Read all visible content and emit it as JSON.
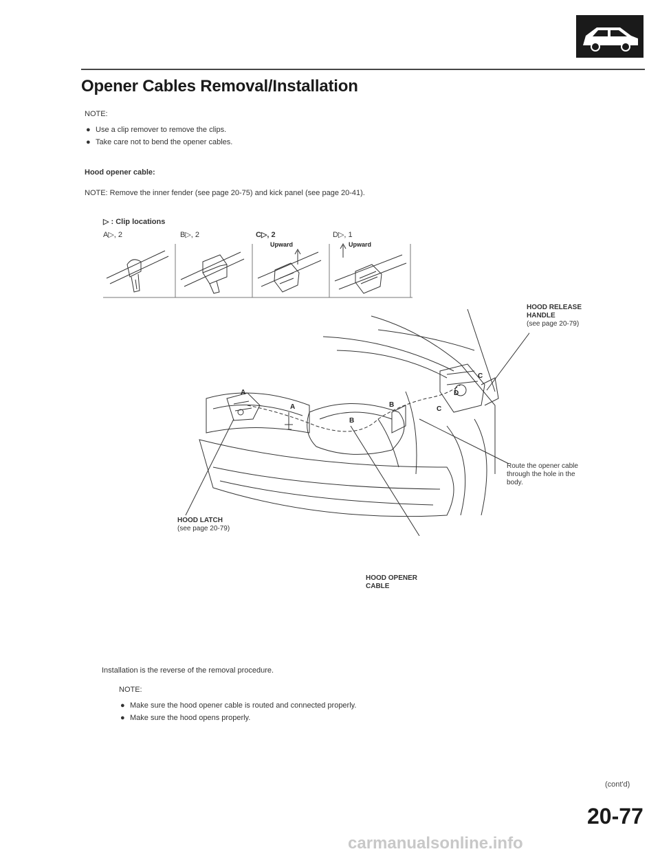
{
  "page": {
    "title": "Opener Cables Removal/Installation",
    "contd": "(cont'd)",
    "page_number": "20-77",
    "watermark": "carmanualsonline.info"
  },
  "note1": {
    "label": "NOTE:",
    "items": [
      "Use a clip remover to remove the clips.",
      "Take care not to bend the opener cables."
    ]
  },
  "hood_cable": {
    "heading": "Hood opener cable:",
    "note": "NOTE: Remove the inner fender (see page 20-75) and kick panel (see page 20-41)."
  },
  "clips": {
    "legend": "▷ : Clip locations",
    "labels": [
      "A▷, 2",
      "B▷, 2",
      "C▷, 2",
      "D▷, 1"
    ],
    "upward_c": "Upward",
    "upward_d": "Upward"
  },
  "diagram_labels": {
    "a": "A",
    "b": "B",
    "c": "C",
    "d": "D"
  },
  "callouts": {
    "release_title_1": "HOOD RELEASE",
    "release_title_2": "HANDLE",
    "release_ref": "(see page 20-79)",
    "route_text": "Route the opener cable through the hole in the body.",
    "latch_title": "HOOD LATCH",
    "latch_ref": "(see page 20-79)",
    "cable_title_1": "HOOD OPENER",
    "cable_title_2": "CABLE"
  },
  "installation": {
    "text": "Installation is the reverse of the removal procedure.",
    "note_label": "NOTE:",
    "items": [
      "Make sure the hood opener cable is routed and connected properly.",
      "Make sure the hood opens properly."
    ],
    "bullet": "●"
  }
}
